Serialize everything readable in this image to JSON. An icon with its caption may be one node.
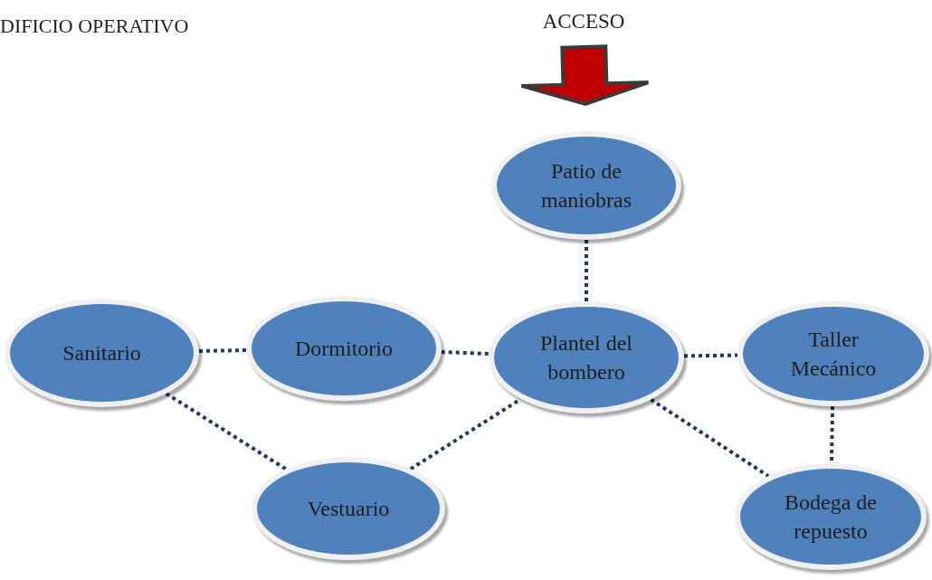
{
  "diagram": {
    "title": "DIFICIO OPERATIVO",
    "nodes": [
      {
        "text": [
          "ACCESO"
        ]
      },
      {
        "text": [
          "Patio de maniobras"
        ]
      },
      {
        "text": [
          "Sanitario"
        ]
      },
      {
        "text": [
          "Dormitorio"
        ]
      },
      {
        "text": [
          "Plantel del bombero"
        ]
      },
      {
        "text": [
          "Taller Mecánico"
        ]
      },
      {
        "text": [
          "Vestuario"
        ]
      },
      {
        "text": [
          "Bodega de repuesto"
        ]
      }
    ],
    "edges": [
      {
        "from": 0,
        "to": 1,
        "arrow": "to",
        "style": "thick",
        "color": "#c00000"
      },
      {
        "from": 1,
        "to": 4,
        "arrow": "none",
        "style": "dashed"
      },
      {
        "from": 2,
        "to": 3,
        "arrow": "none",
        "style": "dashed"
      },
      {
        "from": 3,
        "to": 4,
        "arrow": "none",
        "style": "dashed"
      },
      {
        "from": 4,
        "to": 5,
        "arrow": "none",
        "style": "dashed"
      },
      {
        "from": 2,
        "to": 6,
        "arrow": "none",
        "style": "dashed"
      },
      {
        "from": 6,
        "to": 4,
        "arrow": "none",
        "style": "dashed"
      },
      {
        "from": 4,
        "to": 7,
        "arrow": "none",
        "style": "dashed"
      },
      {
        "from": 5,
        "to": 7,
        "arrow": "none",
        "style": "dashed"
      }
    ]
  }
}
